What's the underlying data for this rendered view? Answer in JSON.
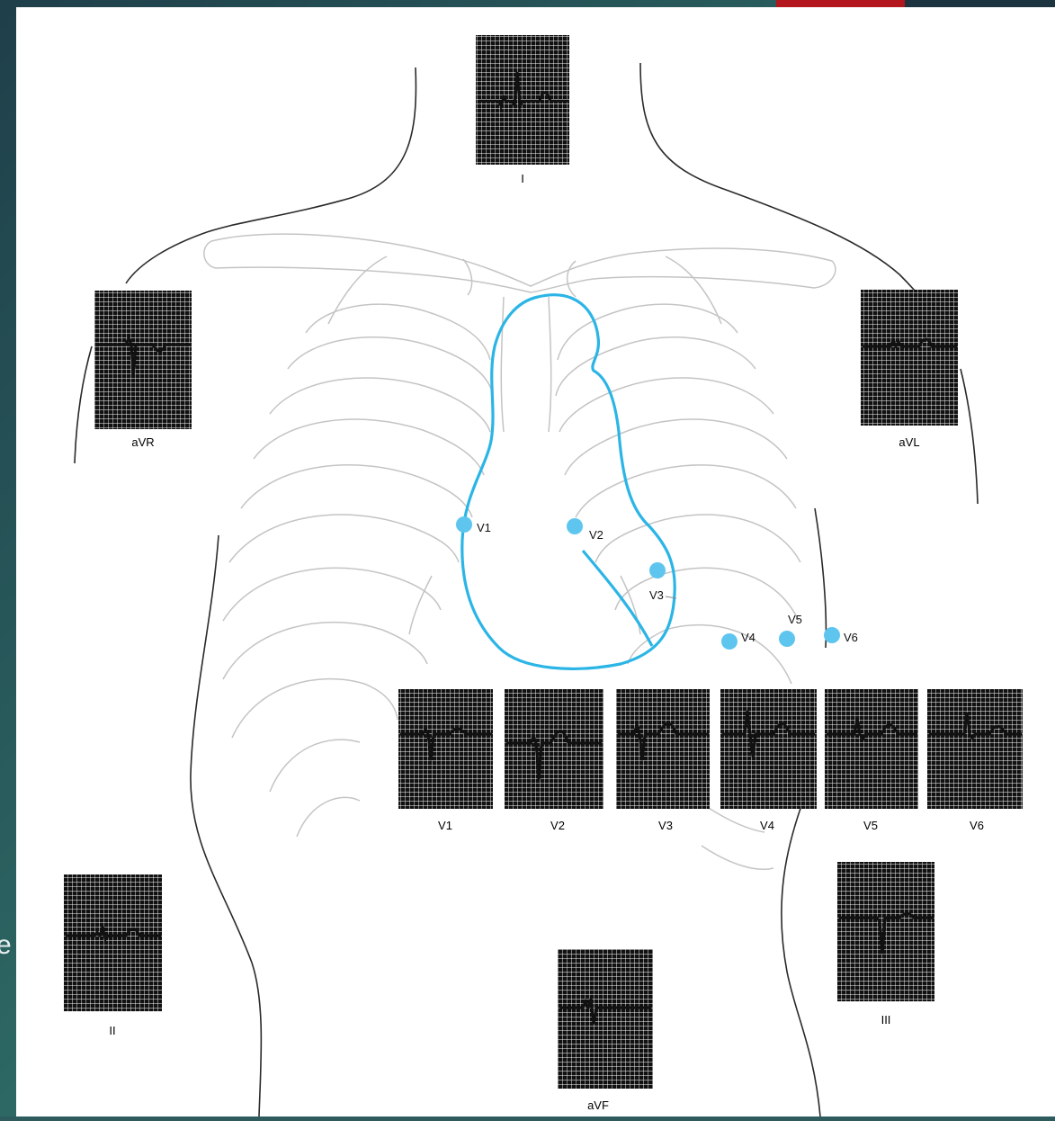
{
  "slide": {
    "partial_text": "e"
  },
  "leads": {
    "I": "I",
    "II": "II",
    "III": "III",
    "aVR": "aVR",
    "aVL": "aVL",
    "aVF": "aVF",
    "V1": "V1",
    "V2": "V2",
    "V3": "V3",
    "V4": "V4",
    "V5": "V5",
    "V6": "V6"
  },
  "precordial_markers": [
    "V1",
    "V2",
    "V3",
    "V4",
    "V5",
    "V6"
  ],
  "colors": {
    "heart_outline": "#2bb5e6",
    "electrode": "#5ec6ee",
    "ecg_grid": "#111111",
    "body_outline": "#bfbfbf"
  }
}
